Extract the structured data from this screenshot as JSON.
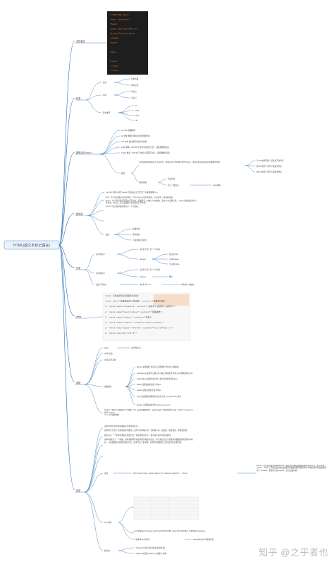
{
  "root": {
    "label": "HTML(超文本标记语言)"
  },
  "colors": {
    "branch": "#2a6fb5",
    "root_fill": "#eaf3fb",
    "root_stroke": "#4a90d9",
    "code_bg": "#1e1e1e",
    "code_tag": "#e07b3a",
    "code_attr": "#7ec3e6",
    "code_val": "#d0d27a"
  },
  "doc_code": [
    "<!DOCTYPE html>",
    "<html lang=\"en\">",
    "<head>",
    "  <meta charset=\"UTF-8\">",
    "  <title>Title</title>",
    "</head>",
    "<body>",
    "",
    "<div>",
    "",
    "</div>",
    "</body>",
    "</html>"
  ],
  "branches": {
    "doc": "文档格式",
    "tags": "标签",
    "img": "图像标记<img />",
    "link": "超链接",
    "list": "列表",
    "meta": "meta",
    "table": "表格",
    "form": "表单"
  },
  "tags": {
    "pair": {
      "label": "双标",
      "items": [
        "有始有终",
        "所有标签"
      ]
    },
    "single": {
      "label": "单标",
      "items": [
        "单标记",
        "空标记"
      ]
    },
    "types": {
      "label": "基本类型",
      "items": [
        "hr",
        "class",
        "style",
        "div"
      ]
    }
  },
  "img_items": [
    "src URL 图像路径",
    "alt 文本 图像不能显示时的替换文本",
    "title 文本 鼠标悬停时显示的内容",
    "width 像素（XHTML不支持%页面百分比） 设置图像的宽度",
    "height 像素（XHTML不支持%页面百分比） 设置图像的高度"
  ],
  "path": {
    "label": "路径",
    "desc": "相对路径:相对路径不带有盘符，通常是以HTML网页文件为起点，通过层级关系描述目标图像的位置",
    "abs_label": "绝对路径",
    "sub": [
      "当前目录",
      "向上一级目录"
    ],
    "remote": "http://网址",
    "right": [
      "与html文件同级一层直接写文件名",
      "在html文件下位同下级加文件名",
      "在html文件上位同下级加文件名"
    ]
  },
  "link": {
    "a": "<a href=\"地址/功能\" target=\"目标窗口打开方式\">文本或图像</a>",
    "lines": [
      "href：用于特定被目标的url地址，作为<a>标记的同时属性，它仅提供了链接被功能。",
      "target：用于指定链接页面的打开方式，其取值有_self和_blank两种，其中_self为默认值，_blank为在新窗口中打开方式。#base—可以设置整个链接页面打开方式。",
      "href=\"#\"表示该超链接地址为一个空链接。"
    ],
    "anchor": {
      "label": "锚点",
      "items": [
        "取锚文本",
        "简单链接",
        "下载内容(不常用)"
      ]
    }
  },
  "list": {
    "ul": {
      "label": "有序列表ul",
      "items": [
        "ul标签下至少有一个li标签",
        "ul(type)"
      ],
      "types": [
        "默认值:disc",
        "方块:square",
        "空心圆:circle"
      ]
    },
    "ol": {
      "label": "有序列表ol",
      "items": [
        "ol标签下至少有一个li标签",
        "ul(type)"
      ],
      "types": [
        "数字"
      ]
    },
    "dl": {
      "label": "自定义列表dl",
      "items": [
        "dl标签下dt dd",
        "dt(术语) dd(描述)"
      ]
    }
  },
  "meta_code": [
    "<meta 元素提供有关页面的元信息>",
    "  <meta name=\"这里是自定义的功能\" content=\"这里写内容\">",
    "  1. <meta name=\"keywords\" content=\"关键字1,关键字2,关键字3\">",
    "  2. <meta name=\"description\" content=\"页面描述\">",
    "  3. <meta name=\"author\" content=\"作者\">",
    "  4. <meta name=\"robots\" content=\"index,follow\">",
    "  5. <meta http-equiv=\"refresh\" content=\"5;url=http://\">",
    "  6. <meta charset=\"utf-8\">"
  ],
  "table": {
    "top": [
      "table",
      "td(行内单元)",
      "td(单元格)",
      "td(表头单元格)"
    ],
    "attrs_label": "表格属性",
    "attrs": [
      "Border 设置边框 表示为1 设置边框 单位为px 像素值",
      "Cellspacing 设置单元格与单元格之间的距离 单位为px 像素值默认2px",
      "Cellpadding 设置文本与单元格之间的距离 默认1px",
      "Width 设置表格的宽度 单位px",
      "Height 设置表格的高度 单位px",
      "Align 设置表格在网页中的对齐方式 Left 左 Center 居中",
      "bgcolor 设置表格的背景 white_red_green"
    ],
    "merge": "th 表示一般位于表格的第一行或第一列，其文本加粗居中，实际上就是一种加强的单元格。合并行 rowspan 合并列 colspan",
    "note": "<tr>/<td>嵌套结构"
  },
  "form": {
    "intro": [
      "表单的作用:表单用来收集信息和传递信息。",
      "表单控件:包含了具体的表单功能项，如单行文本输入框、密码输入框、复选框、提交按钮、重置按钮等。",
      "提示信息:一个表单中通常还需要包含一些说明性的文字，提示用户进行填写和操作。",
      "表单域:相当于一个容器，用来容纳所有的表单控件和提示信息，可以通过它定义处理表单数据所用程序的url地址，以及数据提交到服务器的方法。如果不定义表单域，表单中的数据就无法传送到后台服务器。"
    ],
    "method": {
      "label": "表达",
      "code": "<form name=\"form_name\" action=\"url\" method=\"get|post\">...</form>"
    },
    "right_note": "Name：表达是设置的名称Method：指定表单域发送数据到服务器的方法。默认请求为\"get\"，action：用来指定接收并处理表单数据的服务器程序的url地址(表单提交处理程序)。Fieldset：把表单分组 legend：给分组加标题",
    "input": {
      "label": "input控件",
      "items": [
        "多行文本设置<textarea cols=\"每行中的字符数\" rows=\"显示的行数\"> 文本内容</textarea>",
        "下拉菜单select控件",
        "select内option为选项标签"
      ]
    },
    "group": {
      "label": "组分类",
      "items": [
        "<fieldset>包括元素分组(如:姓名性别)",
        "<legend>标题为 fieldset 元素定义标题"
      ]
    }
  },
  "watermark": "知乎 @之乎者也"
}
